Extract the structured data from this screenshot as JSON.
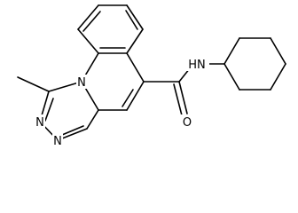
{
  "molecule": {
    "atom_labels": {
      "amide_nh": "HN",
      "ring_n_top": "N",
      "triazole_n_left": "N",
      "triazole_n_bottom": "N",
      "carbonyl_o": "O"
    }
  }
}
